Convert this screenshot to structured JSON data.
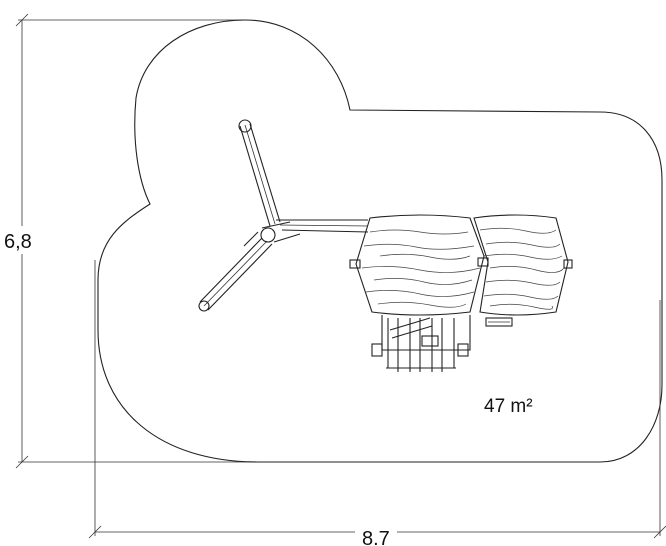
{
  "diagram": {
    "dimensions": {
      "depth_label": "6,8",
      "width_label": "8.7"
    },
    "safety_area_label": "47 m²"
  }
}
